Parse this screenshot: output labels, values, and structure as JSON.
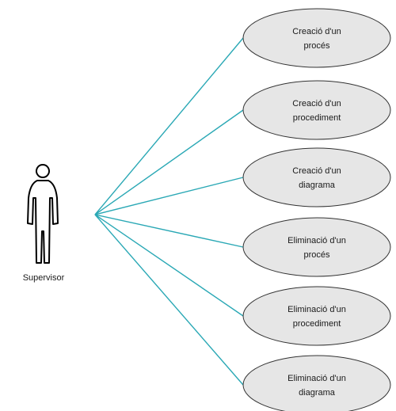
{
  "actor": {
    "name": "Supervisor"
  },
  "use_cases": [
    {
      "lines": [
        "Creació d'un",
        "procés"
      ]
    },
    {
      "lines": [
        "Creació d'un",
        "procediment"
      ]
    },
    {
      "lines": [
        "Creació d'un",
        "diagrama"
      ]
    },
    {
      "lines": [
        "Eliminació d'un",
        "procés"
      ]
    },
    {
      "lines": [
        "Eliminació d'un",
        "procediment"
      ]
    },
    {
      "lines": [
        "Eliminació d'un",
        "diagrama"
      ]
    }
  ],
  "colors": {
    "association_line": "#2aa8b5",
    "use_case_fill": "#e6e6e6",
    "use_case_border": "#333333",
    "actor_outline": "#000000"
  }
}
